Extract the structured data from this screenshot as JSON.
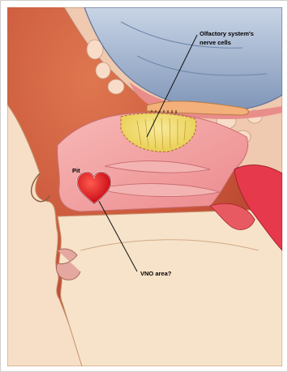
{
  "labels": {
    "olfactory_line1": "Olfactory system's",
    "olfactory_line2": "nerve cells",
    "pit": "Pit",
    "vno": "VNO area?"
  },
  "colors": {
    "background": "#c9553a",
    "skin": "#f6dfc6",
    "nasal_cavity": "#f2a2a2",
    "mucosa": "#e63a4c",
    "heart": "#d8101a",
    "olfactory_patch": "#f0dd72",
    "brain": "#9fb2cf",
    "bone": "#efc9b0",
    "leader_line": "#111111"
  },
  "icons": {
    "pit_marker": "heart-icon"
  }
}
